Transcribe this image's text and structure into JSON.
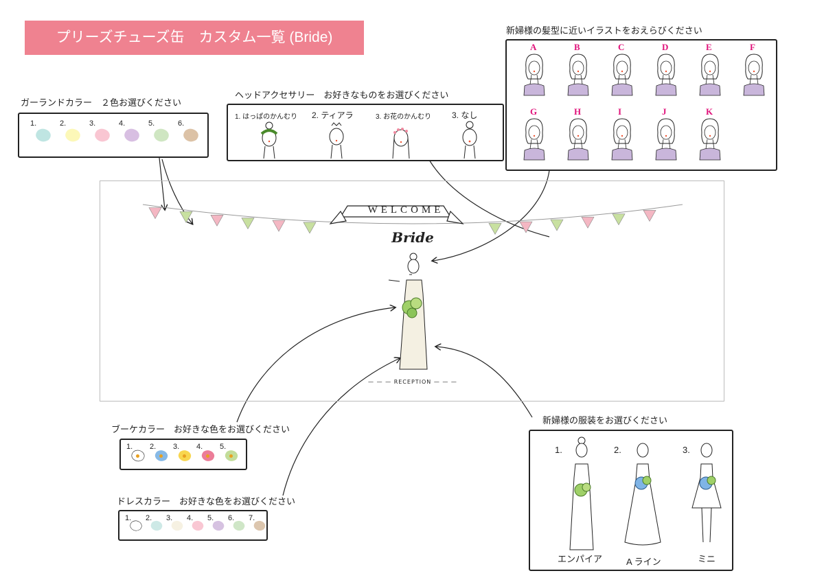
{
  "title": "プリーズチューズ缶　カスタム一覧 (Bride)",
  "garland": {
    "heading": "ガーランドカラー　２色お選びください",
    "options": [
      {
        "label": "1.",
        "color": "#bfe5e2"
      },
      {
        "label": "2.",
        "color": "#fcf8b8"
      },
      {
        "label": "3.",
        "color": "#f9c6d2"
      },
      {
        "label": "4.",
        "color": "#d8bfe2"
      },
      {
        "label": "5.",
        "color": "#cfe6c2"
      },
      {
        "label": "6.",
        "color": "#dcc2a6"
      }
    ]
  },
  "head_accessory": {
    "heading": "ヘッドアクセサリー　お好きなものをお選びください",
    "options": [
      {
        "label": "1. はっぱのかんむり"
      },
      {
        "label": "2. ティアラ"
      },
      {
        "label": "3. お花のかんむり"
      },
      {
        "label": "3. なし"
      }
    ]
  },
  "hairstyle": {
    "heading": "新婦様の髪型に近いイラストをおえらびください",
    "row1": [
      "A",
      "B",
      "C",
      "D",
      "E",
      "F"
    ],
    "row2": [
      "G",
      "H",
      "I",
      "J",
      "K"
    ],
    "dress_color": "#c9b6db"
  },
  "preview": {
    "welcome": "WELCOME",
    "name": "Bride",
    "reception": "RECEPTION",
    "flag_colors": [
      "#f4b7c3",
      "#c8e0a0"
    ]
  },
  "bouquet": {
    "heading": "ブーケカラー　お好きな色をお選びください",
    "options": [
      {
        "label": "1.",
        "color": "#ffffff"
      },
      {
        "label": "2.",
        "color": "#86b9e6"
      },
      {
        "label": "3.",
        "color": "#f8d64e"
      },
      {
        "label": "4.",
        "color": "#ec7d98"
      },
      {
        "label": "5.",
        "color": "#c2dd9a"
      }
    ]
  },
  "dress_color": {
    "heading": "ドレスカラー　お好きな色をお選びください",
    "options": [
      {
        "label": "1.",
        "color": "#ffffff"
      },
      {
        "label": "2.",
        "color": "#cde9e6"
      },
      {
        "label": "3.",
        "color": "#f6f1e2"
      },
      {
        "label": "4.",
        "color": "#f9c7d3"
      },
      {
        "label": "5.",
        "color": "#d6c2e1"
      },
      {
        "label": "6.",
        "color": "#cfe6c7"
      },
      {
        "label": "7.",
        "color": "#dcc6ae"
      }
    ]
  },
  "dress_type": {
    "heading": "新婦様の服装をお選びください",
    "options": [
      {
        "num": "1.",
        "name": "エンパイア"
      },
      {
        "num": "2.",
        "name": "A ライン"
      },
      {
        "num": "3.",
        "name": "ミニ"
      }
    ]
  }
}
